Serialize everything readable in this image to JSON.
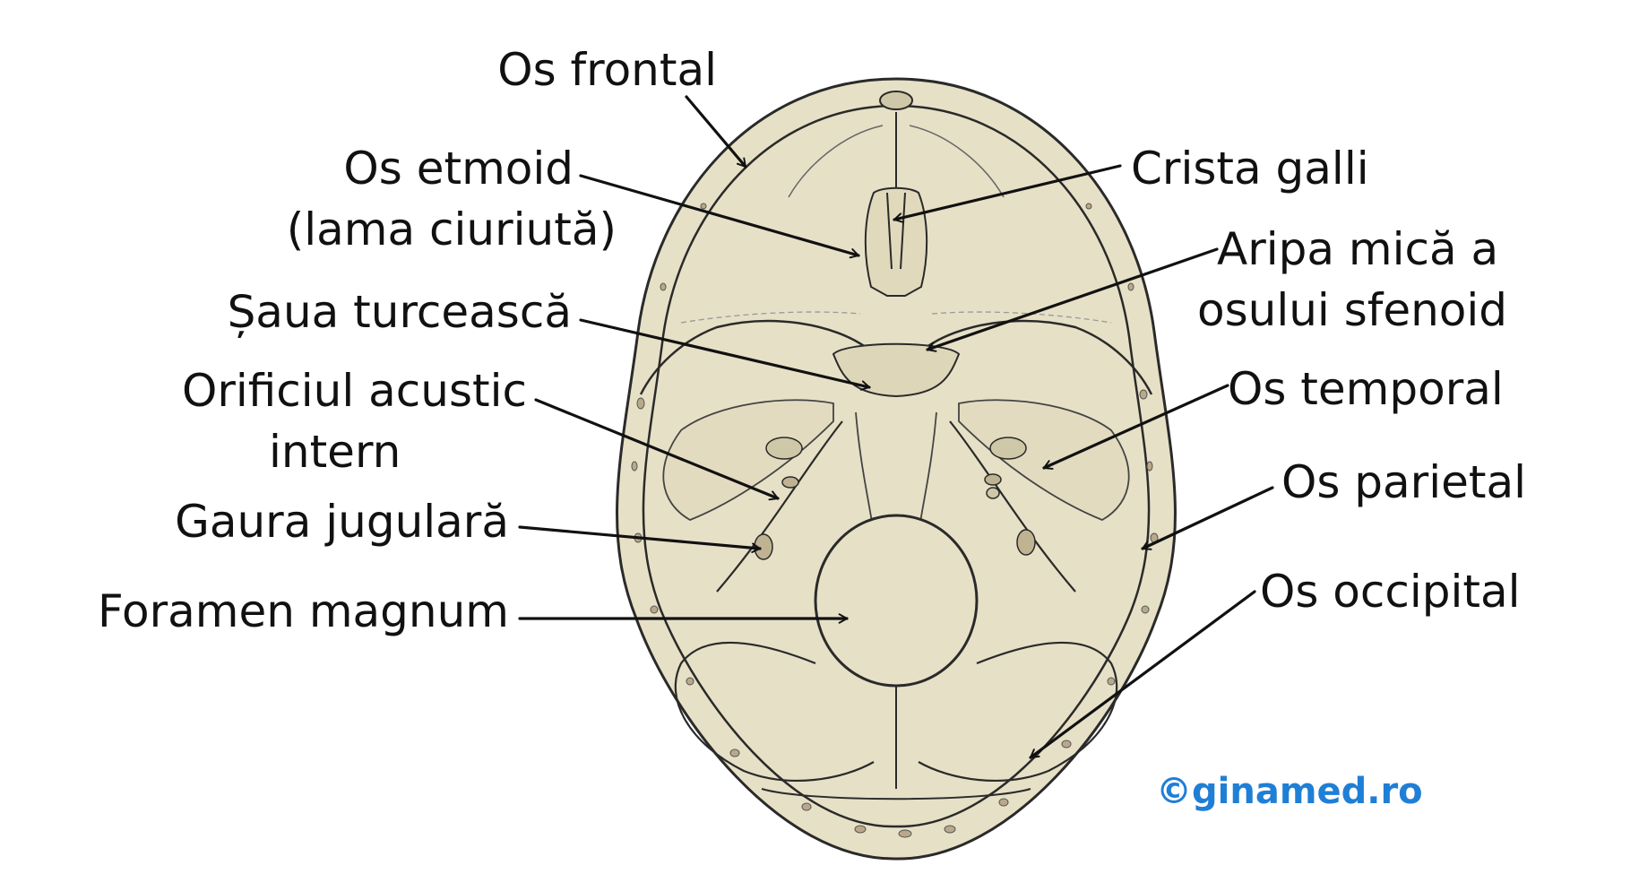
{
  "labels": {
    "os_frontal": "Os frontal",
    "os_etmoid_1": "Os etmoid",
    "os_etmoid_2": "(lama ciuriută)",
    "saua_turceasca": "Șaua turcească",
    "orificiul_1": "Orificiul acustic",
    "orificiul_2": "intern",
    "gaura_jugulara": "Gaura jugulară",
    "foramen_magnum": "Foramen magnum",
    "crista_galli": "Crista galli",
    "aripa_1": "Aripa mică a",
    "aripa_2": "osului sfenoid",
    "os_temporal": "Os temporal",
    "os_parietal": "Os parietal",
    "os_occipital": "Os occipital"
  },
  "credit": "©ginamed.ro",
  "colors": {
    "bone": "#e6e0c6",
    "bone_shade": "#cfc8a8",
    "outline": "#2a2a2a",
    "text": "#111111",
    "credit": "#1f7fd6"
  }
}
